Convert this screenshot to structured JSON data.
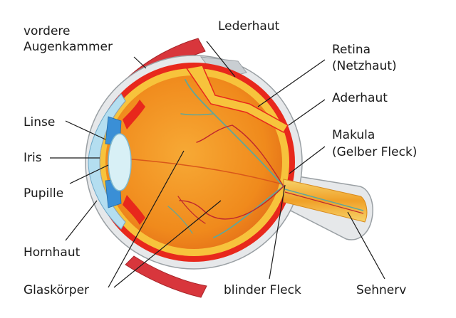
{
  "labels": {
    "vordere_augenkammer_1": "vordere",
    "vordere_augenkammer_2": "Augenkammer",
    "lederhaut": "Lederhaut",
    "retina_1": "Retina",
    "retina_2": "(Netzhaut)",
    "aderhaut": "Aderhaut",
    "makula_1": "Makula",
    "makula_2": "(Gelber Fleck)",
    "linse": "Linse",
    "iris": "Iris",
    "pupille": "Pupille",
    "hornhaut": "Hornhaut",
    "glaskoerper": "Glaskörper",
    "blinder_fleck": "blinder Fleck",
    "sehnerv": "Sehnerv"
  },
  "colors": {
    "sclera": "#e6e8ea",
    "choroid": "#e8281c",
    "retina": "#f7c33c",
    "vitreous": "#f3921d",
    "cornea": "#b4def0",
    "iris": "#3a8fd6",
    "lens": "#d8f0f6",
    "muscle": "#d8363c",
    "vessel": "#5fa79a",
    "artery": "#c0272d",
    "optic_nerve": "#f0b830"
  }
}
